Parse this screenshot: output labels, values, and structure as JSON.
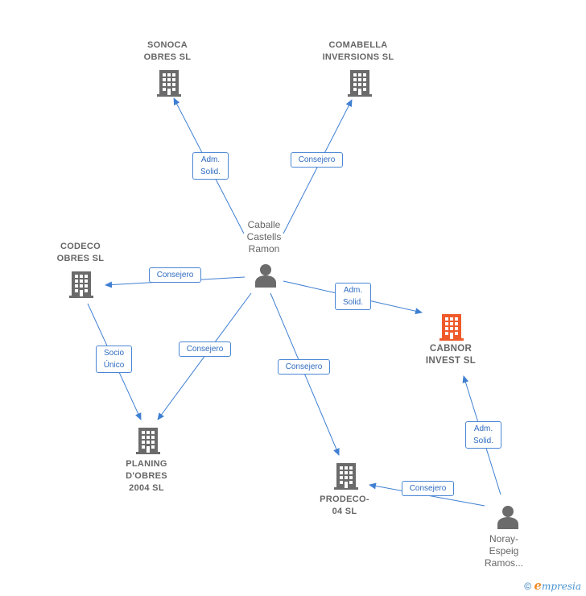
{
  "colors": {
    "edge": "#3f7fd2",
    "company": "#6b6b6b",
    "focus_company": "#ef5a2a",
    "person": "#6b6b6b"
  },
  "nodes": {
    "sonoca": {
      "label": "SONOCA\nOBRES SL",
      "type": "company"
    },
    "comabella": {
      "label": "COMABELLA\nINVERSIONS SL",
      "type": "company"
    },
    "codeco": {
      "label": "CODECO\nOBRES SL",
      "type": "company"
    },
    "cabnor": {
      "label": "CABNOR\nINVEST SL",
      "type": "company-focus"
    },
    "planing": {
      "label": "PLANING\nD'OBRES\n2004 SL",
      "type": "company"
    },
    "prodeco": {
      "label": "PRODECO-\n04 SL",
      "type": "company"
    },
    "caballe": {
      "label": "Caballe\nCastells\nRamon",
      "type": "person"
    },
    "noray": {
      "label": "Noray-\nEspeig\nRamos...",
      "type": "person"
    }
  },
  "edges": {
    "caballe_sonoca": "Adm.\nSolid.",
    "caballe_comabella": "Consejero",
    "caballe_codeco": "Consejero",
    "caballe_cabnor": "Adm.\nSolid.",
    "caballe_planing": "Consejero",
    "caballe_prodeco": "Consejero",
    "codeco_planing": "Socio\nÚnico",
    "noray_cabnor": "Adm.\nSolid.",
    "noray_prodeco": "Consejero"
  },
  "footer": {
    "copyright": "©",
    "brand_e": "e",
    "brand_rest": "mpresia"
  }
}
